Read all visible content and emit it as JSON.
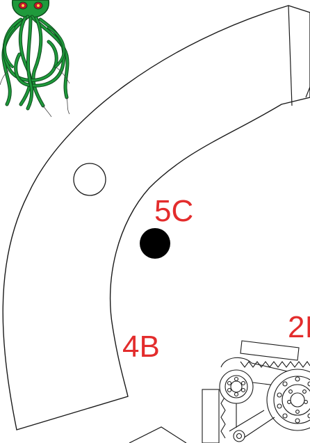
{
  "labels": {
    "top_label": "5C",
    "left_label": "4B",
    "right_label": "2I"
  },
  "colors": {
    "label": "#e32c2c",
    "creature_fill": "#1f9a3c",
    "creature_outline": "#0d4a1c",
    "eye": "#c0152a",
    "ink": "#1a1a1a"
  },
  "icons": {
    "creature": "cthulhu-icon",
    "hole_open": "open-circle",
    "hole_filled": "filled-circle",
    "machine": "gear-mechanism"
  }
}
